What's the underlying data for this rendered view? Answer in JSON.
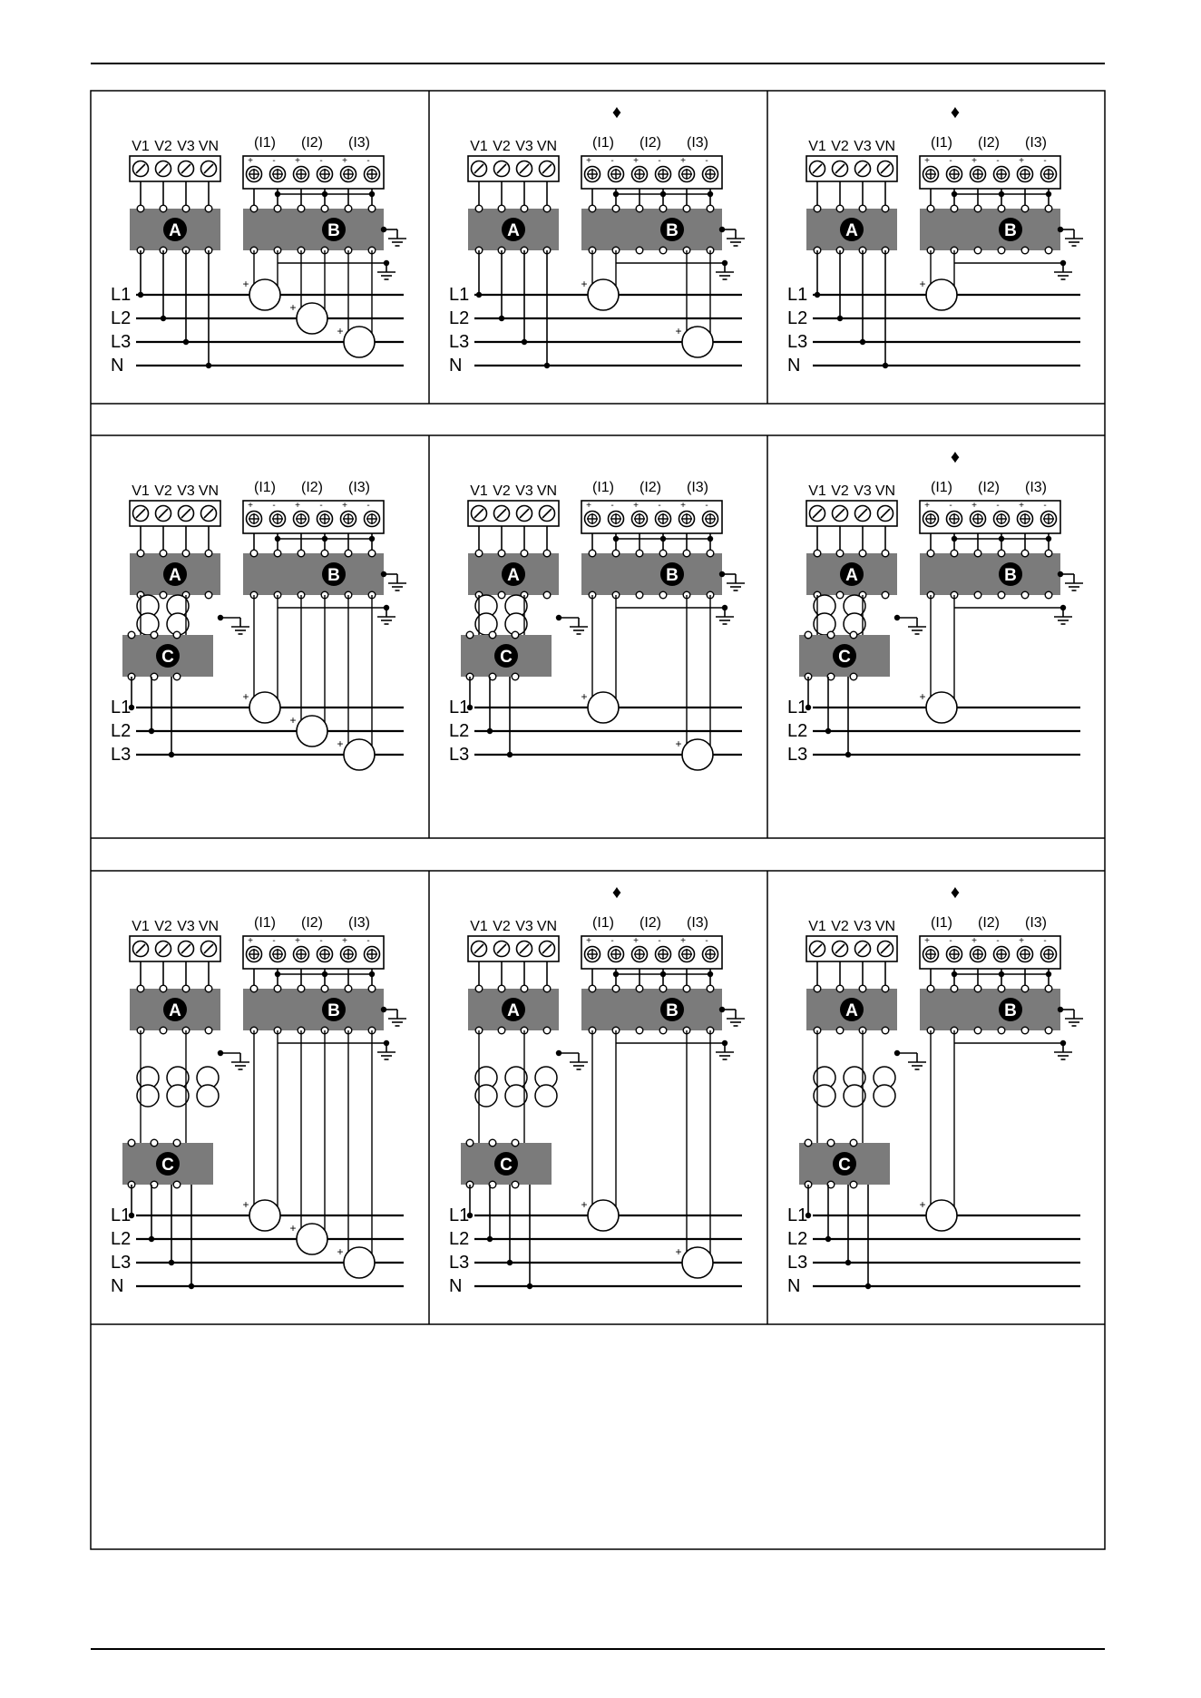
{
  "diagram": {
    "rows": [
      {
        "panels": [
          {
            "diamond": false,
            "variant": "4w",
            "currents": [
              true,
              true,
              true
            ],
            "grounds": true
          },
          {
            "diamond": true,
            "variant": "4w",
            "currents": [
              true,
              false,
              true
            ],
            "grounds": true
          },
          {
            "diamond": true,
            "variant": "4w",
            "currents": [
              true,
              false,
              false
            ],
            "grounds": true
          }
        ]
      },
      {
        "panels": [
          {
            "diamond": false,
            "variant": "3w-vt2",
            "currents": [
              true,
              true,
              true
            ],
            "grounds": true
          },
          {
            "diamond": false,
            "variant": "3w-vt2",
            "currents": [
              true,
              false,
              true
            ],
            "grounds": true
          },
          {
            "diamond": true,
            "variant": "3w-vt2",
            "currents": [
              true,
              false,
              false
            ],
            "grounds": true
          }
        ]
      },
      {
        "panels": [
          {
            "diamond": false,
            "variant": "4w-vt3",
            "currents": [
              true,
              true,
              true
            ],
            "grounds": true
          },
          {
            "diamond": true,
            "variant": "4w-vt3",
            "currents": [
              true,
              false,
              true
            ],
            "grounds": true
          },
          {
            "diamond": true,
            "variant": "4w-vt3",
            "currents": [
              true,
              false,
              false
            ],
            "grounds": true
          }
        ]
      }
    ],
    "voltage_terminals": [
      "V1",
      "V2",
      "V3",
      "VN"
    ],
    "current_terminals": [
      "(I1)",
      "(I2)",
      "(I3)"
    ],
    "block_labels": {
      "voltage": "A",
      "current": "B",
      "transformer": "C"
    },
    "lines_4w": [
      "L1",
      "L2",
      "L3",
      "N"
    ],
    "lines_3w": [
      "L1",
      "L2",
      "L3"
    ],
    "diamond_symbol": "♦",
    "plus_sign": "+",
    "minus_sign": "-",
    "colors": {
      "block": "#7b7b7b",
      "line": "#000000",
      "label_bg": "#000000",
      "label_text": "#ffffff"
    }
  }
}
